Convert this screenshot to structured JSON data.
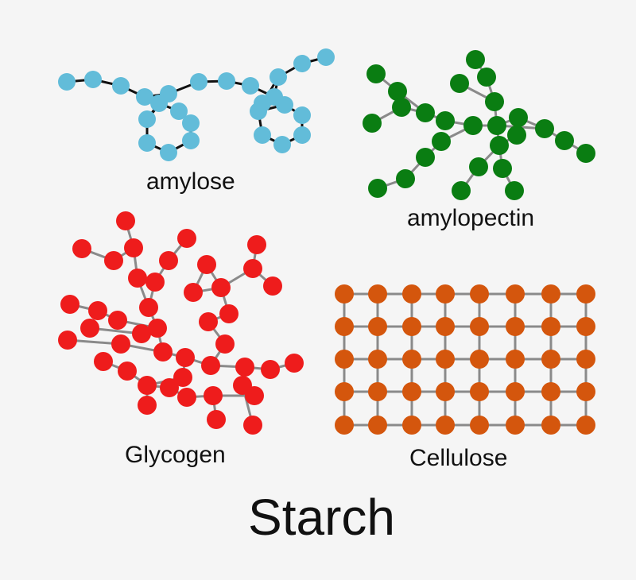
{
  "labels": {
    "amylose": "amylose",
    "amylopectin": "amylopectin",
    "glycogen": "Glycogen",
    "cellulose": "Cellulose",
    "title": "Starch"
  },
  "colors": {
    "background": "#f5f5f5",
    "amylose": "#62bcd9",
    "amylopectin": "#0a7d12",
    "glycogen": "#ee1c1c",
    "cellulose": "#d4560d",
    "amylose_bond": "#111111",
    "other_bond": "#8a8a8a"
  },
  "structures": [
    {
      "id": "amylose",
      "node_color_key": "amylose",
      "bond_color_key": "amylose_bond"
    },
    {
      "id": "amylopectin",
      "node_color_key": "amylopectin",
      "bond_color_key": "other_bond"
    },
    {
      "id": "glycogen",
      "node_color_key": "glycogen",
      "bond_color_key": "other_bond"
    },
    {
      "id": "cellulose",
      "node_color_key": "cellulose",
      "bond_color_key": "other_bond"
    }
  ]
}
